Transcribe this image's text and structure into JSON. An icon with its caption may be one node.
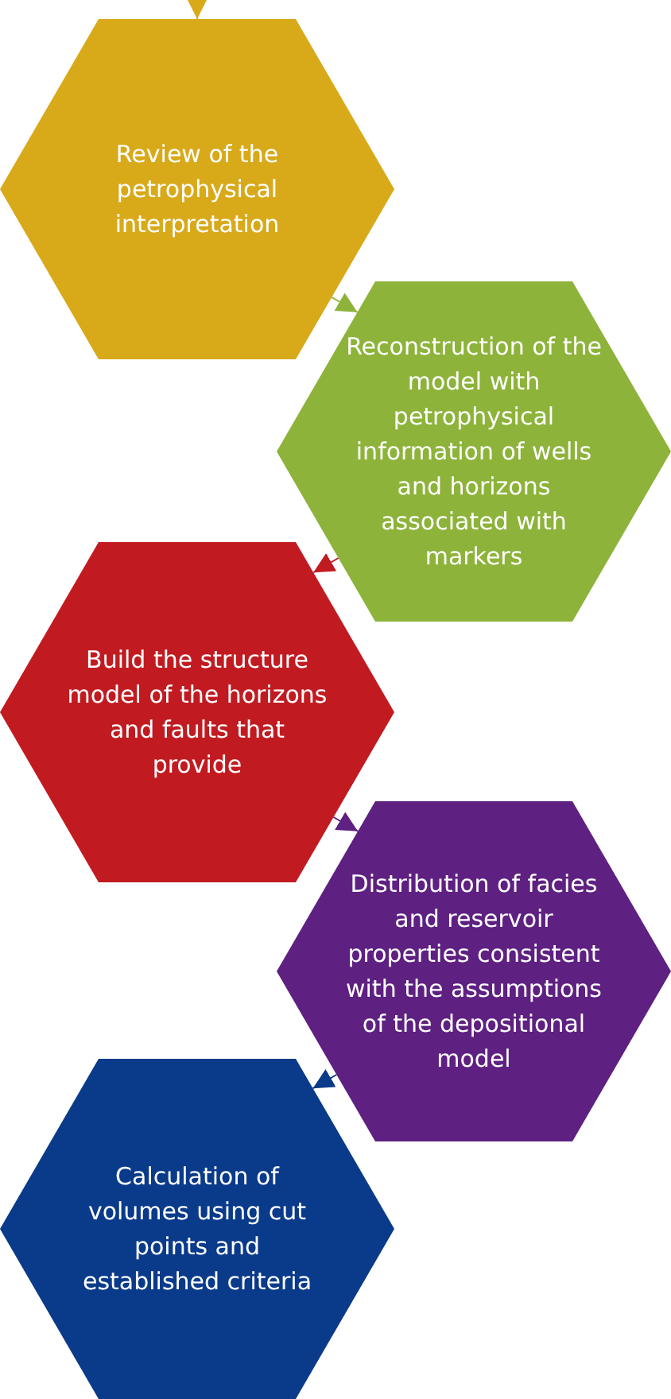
{
  "diagram": {
    "nodes": [
      {
        "text": [
          "Review of the petrophysical interpretation"
        ]
      },
      {
        "text": [
          "Reconstruction of the model with petrophysical information of wells and horizons associated with markers"
        ]
      },
      {
        "text": [
          "Build the structure model of the horizons and faults that provide"
        ]
      },
      {
        "text": [
          "Distribution of facies and reservoir properties consistent with the assumptions of the depositional model"
        ]
      },
      {
        "text": [
          "Calculation of volumes using cut points and established criteria"
        ]
      }
    ],
    "edges": [
      {
        "from": null,
        "to": 0,
        "arrow": "to",
        "color": "#d8a919"
      },
      {
        "from": 0,
        "to": 1,
        "arrow": "to",
        "color": "#8db33a"
      },
      {
        "from": 1,
        "to": 2,
        "arrow": "to",
        "color": "#c11b21"
      },
      {
        "from": 2,
        "to": 3,
        "arrow": "to",
        "color": "#5e2081"
      },
      {
        "from": 3,
        "to": 4,
        "arrow": "to",
        "color": "#0a3a8a"
      }
    ]
  }
}
